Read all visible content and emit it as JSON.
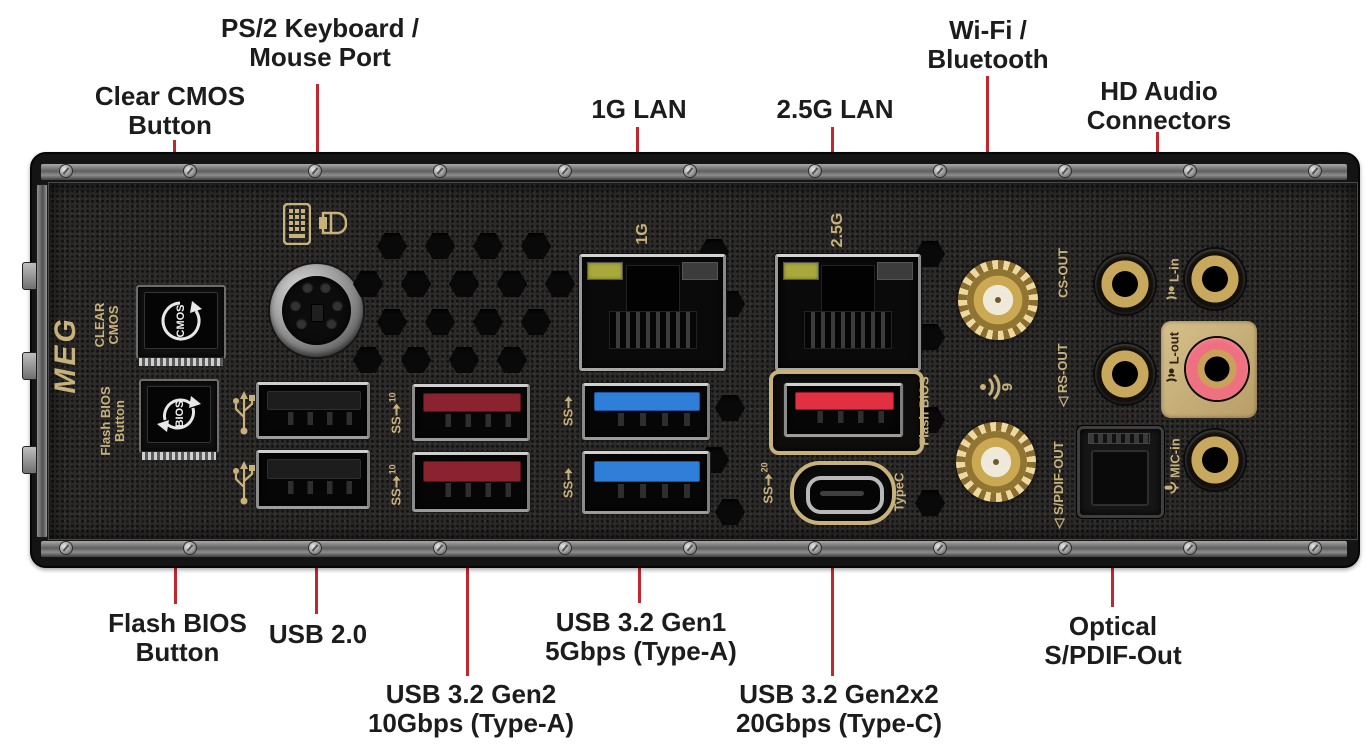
{
  "colors": {
    "callout_line": "#c1272d",
    "gold_print": "#c8b27c",
    "panel_dark": "#2d2b29",
    "usb_gen1_blue": "#2f7fd9",
    "usb_gen2_dark_red": "#8a2230",
    "flash_bios_usb_red": "#e23043",
    "lan_led_green": "#a9a83c",
    "line_out_pink": "#ef7080"
  },
  "callouts": {
    "clear_cmos": {
      "line1": "Clear CMOS",
      "line2": "Button"
    },
    "ps2": {
      "line1": "PS/2 Keyboard /",
      "line2": "Mouse Port"
    },
    "lan_1g": {
      "line1": "1G LAN"
    },
    "lan_25g": {
      "line1": "2.5G LAN"
    },
    "wifi": {
      "line1": "Wi-Fi /",
      "line2": "Bluetooth"
    },
    "hd_audio": {
      "line1": "HD Audio",
      "line2": "Connectors"
    },
    "flash_bios": {
      "line1": "Flash BIOS",
      "line2": "Button"
    },
    "usb_20": {
      "line1": "USB 2.0"
    },
    "usb_gen1": {
      "line1": "USB 3.2 Gen1",
      "line2": "5Gbps (Type-A)"
    },
    "usb_gen2": {
      "line1": "USB 3.2 Gen2",
      "line2": "10Gbps (Type-A)"
    },
    "usb_gen2x2": {
      "line1": "USB 3.2 Gen2x2",
      "line2": "20Gbps (Type-C)"
    },
    "optical": {
      "line1": "Optical",
      "line2": "S/PDIF-Out"
    }
  },
  "panel": {
    "brand": "MEG",
    "clear_cmos_side": {
      "line1": "CLEAR",
      "line2": "CMOS"
    },
    "cmos_button_text": "CMOS",
    "flash_bios_side": {
      "line1": "Flash BIOS",
      "line2": "Button"
    },
    "bios_button_text": "BIOS",
    "lan_1g_label": "1G",
    "lan_25g_label": "2.5G",
    "flash_bios_port_label": "Flash BIOS",
    "typec_label": "TypeC",
    "ss_label": "SS",
    "gen2_speed_badge": "10",
    "typec_speed_badge": "20",
    "wifi_badge": "6",
    "audio_labels": {
      "cs_out": "CS-OUT",
      "rs_out": "RS-OUT",
      "spdif": "S/PDIF-OUT",
      "l_in": "L-in",
      "l_out": "L-out",
      "mic_in": "MIC-in"
    },
    "icons": {
      "speaker_out_glyph": "◁"
    }
  }
}
